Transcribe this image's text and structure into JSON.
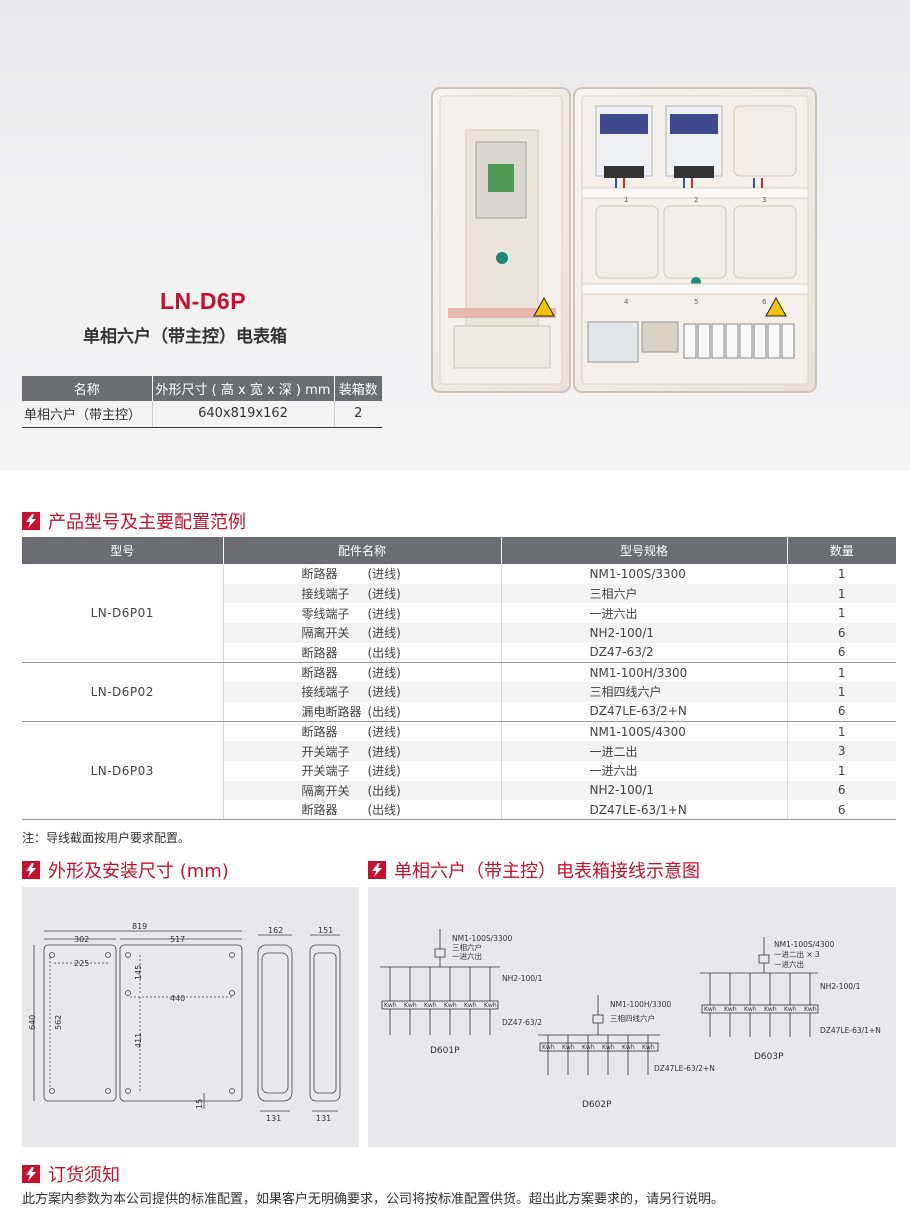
{
  "hero": {
    "model": "LN-D6P",
    "subtitle": "单相六户（带主控）电表箱",
    "spec_headers": [
      "名称",
      "外形尺寸 ( 高 x 宽 x 深 ) mm",
      "装箱数"
    ],
    "spec_row": [
      "单相六户（带主控）",
      "640x819x162",
      "2"
    ],
    "meter_labels": [
      "1",
      "2",
      "3",
      "4",
      "5",
      "6"
    ]
  },
  "config": {
    "title": "产品型号及主要配置范例",
    "headers": [
      "型号",
      "配件名称",
      "型号规格",
      "数量"
    ],
    "groups": [
      {
        "model": "LN-D6P01",
        "rows": [
          {
            "name": "断路器",
            "dir": "(进线)",
            "spec": "NM1-100S/3300",
            "qty": "1"
          },
          {
            "name": "接线端子",
            "dir": "(进线)",
            "spec": "三相六户",
            "qty": "1"
          },
          {
            "name": "零线端子",
            "dir": "(进线)",
            "spec": "一进六出",
            "qty": "1"
          },
          {
            "name": "隔离开关",
            "dir": "(进线)",
            "spec": "NH2-100/1",
            "qty": "6"
          },
          {
            "name": "断路器",
            "dir": "(出线)",
            "spec": "DZ47-63/2",
            "qty": "6"
          }
        ]
      },
      {
        "model": "LN-D6P02",
        "rows": [
          {
            "name": "断路器",
            "dir": "(进线)",
            "spec": "NM1-100H/3300",
            "qty": "1"
          },
          {
            "name": "接线端子",
            "dir": "(进线)",
            "spec": "三相四线六户",
            "qty": "1"
          },
          {
            "name": "漏电断路器",
            "dir": "(出线)",
            "spec": "DZ47LE-63/2+N",
            "qty": "6"
          }
        ]
      },
      {
        "model": "LN-D6P03",
        "rows": [
          {
            "name": "断路器",
            "dir": "(进线)",
            "spec": "NM1-100S/4300",
            "qty": "1"
          },
          {
            "name": "开关端子",
            "dir": "(进线)",
            "spec": "一进二出",
            "qty": "3"
          },
          {
            "name": "开关端子",
            "dir": "(进线)",
            "spec": "一进六出",
            "qty": "1"
          },
          {
            "name": "隔离开关",
            "dir": "(出线)",
            "spec": "NH2-100/1",
            "qty": "6"
          },
          {
            "name": "断路器",
            "dir": "(出线)",
            "spec": "DZ47LE-63/1+N",
            "qty": "6"
          }
        ]
      }
    ],
    "note": "注：导线截面按用户要求配置。"
  },
  "dimensions": {
    "title": "外形及安装尺寸 (mm)",
    "labels": {
      "overall_width": "819",
      "left_width": "302",
      "right_width": "517",
      "hole_left": "225",
      "hole_right": "440",
      "height": "640",
      "hole_height": "562",
      "upper": "145",
      "lower": "411",
      "bottom": "15",
      "side_depth_a": "162",
      "side_depth_b": "151",
      "side_base_a": "131",
      "side_base_b": "131"
    }
  },
  "wiring": {
    "title": "单相六户（带主控）电表箱接线示意图",
    "d601p": {
      "breaker": "NM1-100S/3300",
      "term1": "三相六户",
      "term2": "一进六出",
      "iso": "NH2-100/1",
      "out": "DZ47-63/2",
      "name": "D601P"
    },
    "d602p": {
      "breaker": "NM1-100H/3300",
      "term1": "三相四线六户",
      "out": "DZ47LE-63/2+N",
      "name": "D602P"
    },
    "d603p": {
      "breaker": "NM1-100S/4300",
      "term1": "一进二出 × 3",
      "term2": "一进六出",
      "iso": "NH2-100/1",
      "out": "DZ47LE-63/1+N",
      "name": "D603P"
    },
    "kwh": "Kwh"
  },
  "order": {
    "title": "订货须知",
    "text": "此方案内参数为本公司提供的标准配置，如果客户无明确要求，公司将按标准配置供货。超出此方案要求的，请另行说明。"
  },
  "colors": {
    "accent": "#c8102e",
    "header_gray": "#6b6d72",
    "panel": "#e8e8ea"
  }
}
